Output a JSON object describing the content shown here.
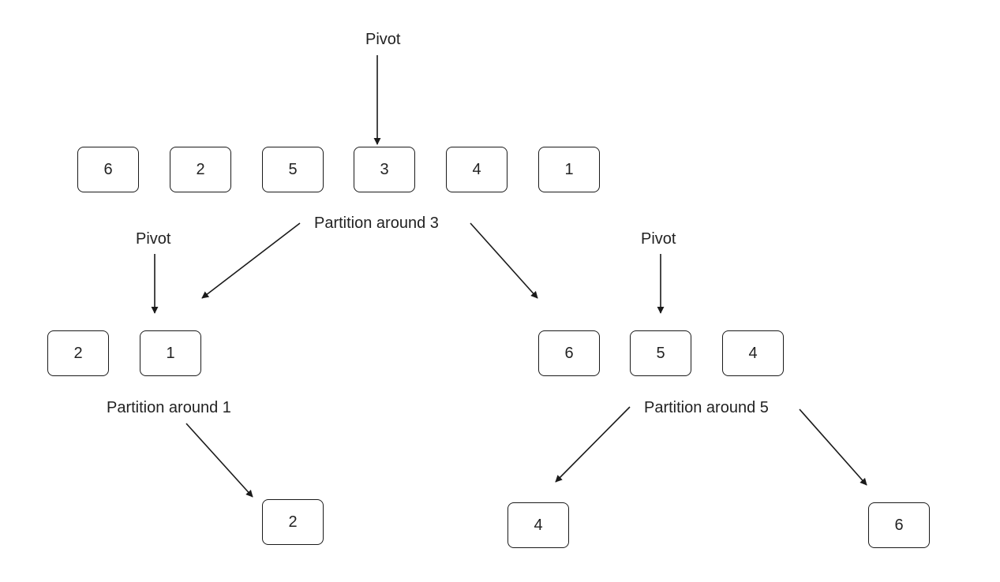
{
  "diagram": {
    "pivot_label": "Pivot",
    "top_array": [
      "6",
      "2",
      "5",
      "3",
      "4",
      "1"
    ],
    "partition_top": "Partition around 3",
    "left_array": [
      "2",
      "1"
    ],
    "right_array": [
      "6",
      "5",
      "4"
    ],
    "partition_left": "Partition around 1",
    "partition_right": "Partition around 5",
    "leaf_left": "2",
    "leaf_mid": "4",
    "leaf_right": "6"
  },
  "colors": {
    "stroke": "#1a1a1a",
    "text": "#222222",
    "background": "#ffffff"
  }
}
